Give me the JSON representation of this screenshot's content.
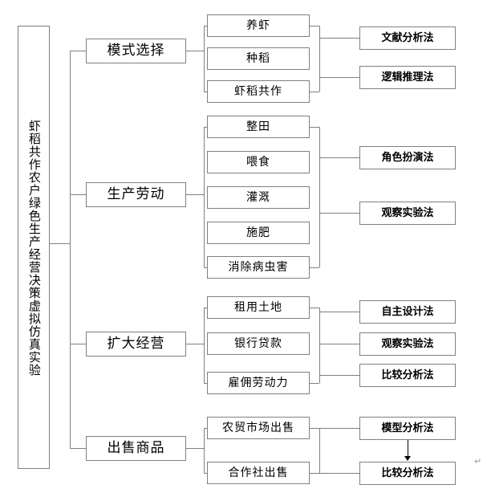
{
  "diagram": {
    "title": "虾稻共作农户绿色生产经营决策虚拟仿真实验",
    "root": {
      "label": "虾稻共作农户绿色生产经营决策虚拟仿真实验"
    },
    "categories": [
      {
        "label": "模式选择"
      },
      {
        "label": "生产劳动"
      },
      {
        "label": "扩大经营"
      },
      {
        "label": "出售商品"
      }
    ],
    "activities": {
      "mode_selection": [
        "养虾",
        "种稻",
        "虾稻共作"
      ],
      "production_labor": [
        "整田",
        "喂食",
        "灌溉",
        "施肥",
        "消除病虫害"
      ],
      "expand_operation": [
        "租用土地",
        "银行贷款",
        "雇佣劳动力"
      ],
      "sell_goods": [
        "农贸市场出售",
        "合作社出售"
      ]
    },
    "methods": {
      "mode_selection": [
        "文献分析法",
        "逻辑推理法"
      ],
      "production_labor": [
        "角色扮演法",
        "观察实验法"
      ],
      "expand_operation": [
        "自主设计法",
        "观察实验法",
        "比较分析法"
      ],
      "sell_goods": [
        "模型分析法",
        "比较分析法"
      ]
    },
    "marks": {
      "paragraph_mark": "↵"
    },
    "colors": {
      "border": "#808080",
      "background": "#ffffff",
      "text": "#000000",
      "arrow": "#000000"
    }
  }
}
